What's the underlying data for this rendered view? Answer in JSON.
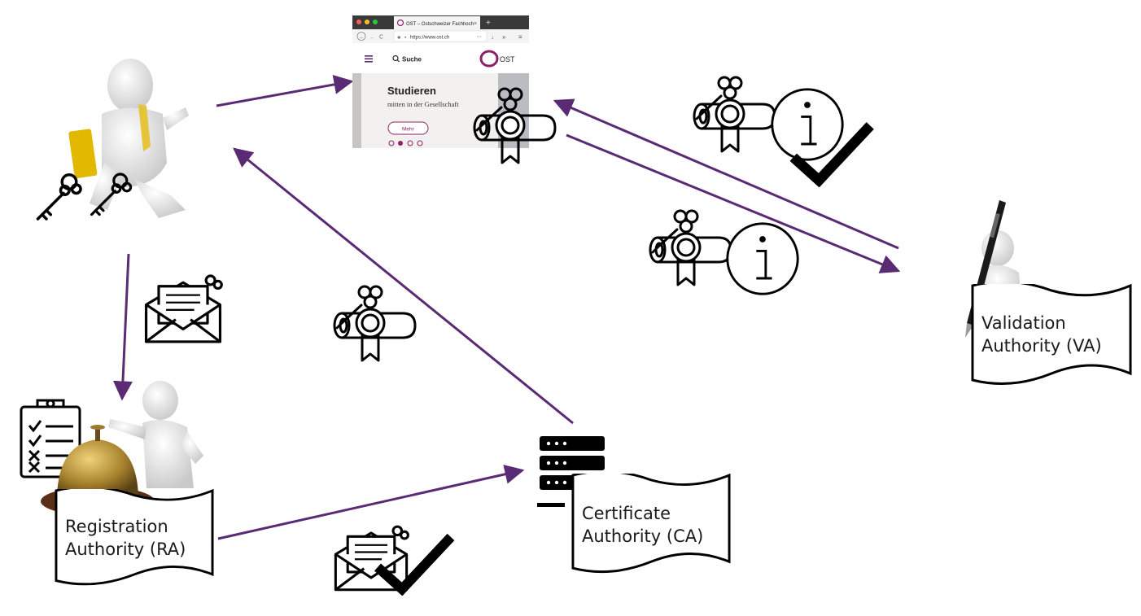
{
  "browser": {
    "tab_title": "OST – Ostschweizer Fachhoch",
    "url": "https://www.ost.ch",
    "search_label": "Suche",
    "logo_text": "OST",
    "hero_title": "Studieren",
    "hero_subtitle": "mitten in der Gesellschaft",
    "hero_button": "Mehr"
  },
  "nodes": {
    "ra": {
      "line1": "Registration",
      "line2": "Authority (RA)"
    },
    "ca": {
      "line1": "Certificate",
      "line2": "Authority (CA)"
    },
    "va": {
      "line1": "Validation",
      "line2": "Authority (VA)"
    }
  },
  "colors": {
    "arrow": "#5b2a74",
    "icon": "#000000",
    "ost_brand": "#8e2166"
  },
  "icons": [
    "key-icon",
    "envelope-icon",
    "certificate-icon",
    "checkmark-icon",
    "info-icon",
    "server-icon",
    "clipboard-checklist-icon",
    "service-bell-icon",
    "pen-icon"
  ]
}
